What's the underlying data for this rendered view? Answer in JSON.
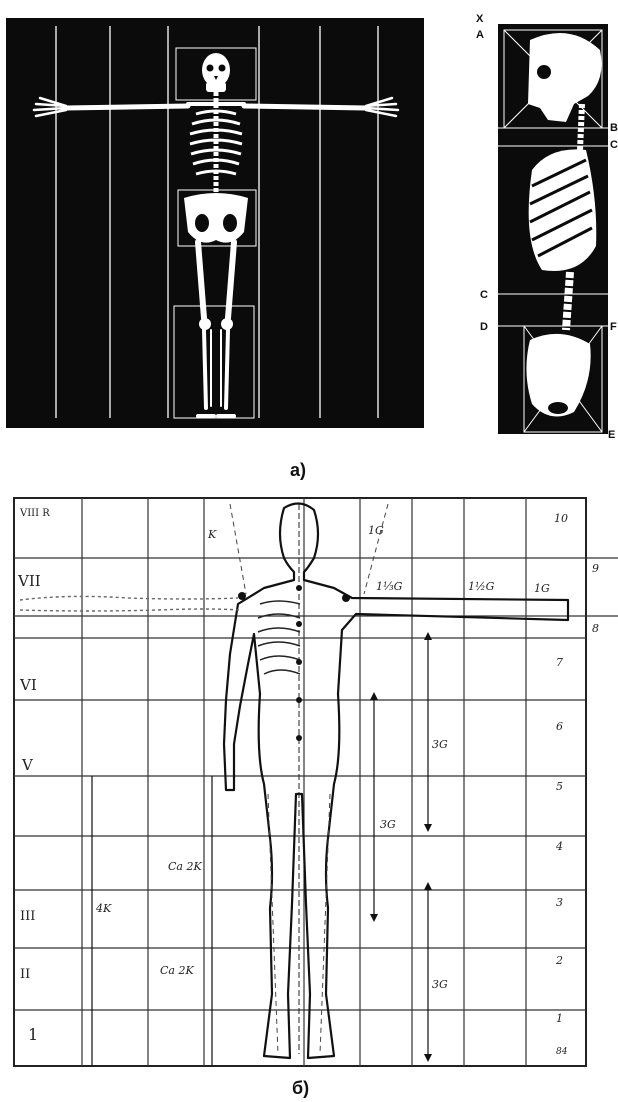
{
  "figure_a": {
    "caption": "а)",
    "side_labels_left": [
      "X",
      "A",
      "C",
      "D"
    ],
    "side_labels_right": [
      "B",
      "C",
      "F",
      "E"
    ]
  },
  "figure_b": {
    "caption": "б)",
    "row_labels_left": [
      "VIII R",
      "VII",
      "VI",
      "V",
      "III",
      "II",
      "1"
    ],
    "row_numbers_right": [
      "10",
      "9",
      "8",
      "7",
      "6",
      "5",
      "4",
      "3",
      "2",
      "1"
    ],
    "annotations": {
      "k_top": "K",
      "g_top": "1G",
      "g_one_third": "1⅓G",
      "g_one_half": "1½G",
      "g_one": "1G",
      "three_g_upper": "3G",
      "three_g_middle": "3G",
      "three_g_lower": "3G",
      "four_k": "4K",
      "ca2k_upper": "Ca 2K",
      "ca2k_lower": "Ca 2K",
      "corner_mark": "84"
    }
  }
}
